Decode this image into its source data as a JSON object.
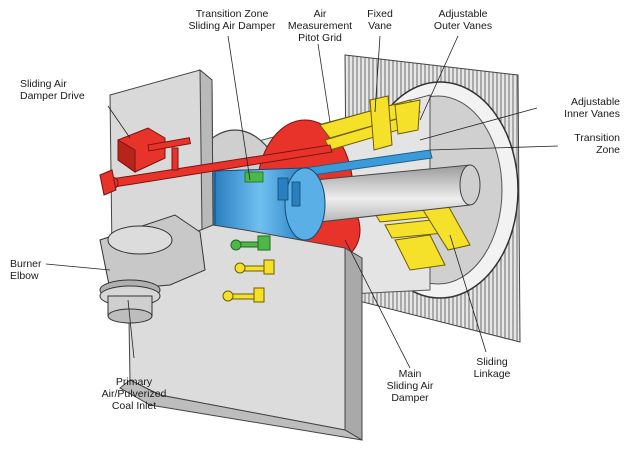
{
  "labels": {
    "transition_damper": "Transition Zone\nSliding Air Damper",
    "pitot_grid": "Air\nMeasurement\nPitot Grid",
    "fixed_vane": "Fixed\nVane",
    "outer_vanes": "Adjustable\nOuter Vanes",
    "damper_drive": "Sliding Air\nDamper Drive",
    "inner_vanes": "Adjustable\nInner Vanes",
    "transition_zone": "Transition\nZone",
    "burner_elbow": "Burner\nElbow",
    "primary_inlet": "Primary\nAir/Pulverized\nCoal Inlet",
    "main_damper": "Main\nSliding Air\nDamper",
    "sliding_linkage": "Sliding\nLinkage"
  },
  "colors": {
    "damper_red": "#e8332a",
    "vane_yellow": "#f5e02a",
    "sleeve_blue": "#3b9bd8",
    "actuator_green": "#4cb848",
    "wall_gray": "#d9d9d9",
    "metal_gray": "#bdbdbd"
  }
}
